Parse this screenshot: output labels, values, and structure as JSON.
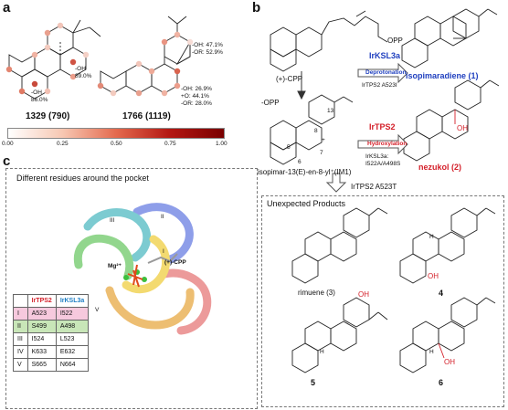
{
  "panel_a": {
    "letter": "a",
    "mol1": {
      "oh1": "-OH",
      "oh1_val": "89.0%",
      "oh2": "-OH",
      "oh2_val": "86.0%",
      "caption": "1329 (790)"
    },
    "mol2": {
      "top_annot": [
        "-OH: 47.1%",
        "-OR: 52.9%"
      ],
      "bottom_annot": [
        "-OH: 26.9%",
        "+O: 44.1%",
        "-OR: 28.0%"
      ],
      "caption": "1766 (1119)"
    },
    "colorbar": {
      "ticks": [
        "0.00",
        "0.25",
        "0.50",
        "0.75",
        "1.00"
      ],
      "colors": [
        "#ffffff",
        "#8b0000"
      ]
    }
  },
  "panel_b": {
    "letter": "b",
    "opp": "OPP",
    "cpp": "(+)-CPP",
    "minus_opp": "-OPP",
    "enzyme1": {
      "name": "IrKSL3a",
      "tag": "Deprotonation",
      "sub": "IrTPS2 A523I"
    },
    "product1": "isopimaradiene (1)",
    "enzyme2": {
      "name": "IrTPS2",
      "tag": "Hydroxylation",
      "sub": [
        "IrKSL3a:",
        "I522A/A498S"
      ]
    },
    "product2": "nezukol (2)",
    "oh": "OH",
    "intermediate": "isopimar-13(E)-en-8-yl⁺(IM1)",
    "ring_numbers": [
      "13",
      "8",
      "5",
      "6",
      "7"
    ],
    "plus": "+",
    "mutation": "IrTPS2 A523T",
    "unexpected_title": "Unexpected Products",
    "products": [
      "rimuene (3)",
      "4",
      "5",
      "6"
    ],
    "H": "H"
  },
  "panel_c": {
    "letter": "c",
    "title": "Different residues around the pocket",
    "ligand_labels": [
      "Mg²⁺",
      "(+)-CPP"
    ],
    "helix_labels": [
      "III",
      "II",
      "I",
      "IV",
      "V"
    ],
    "table": {
      "headers": [
        "IrTPS2",
        "IrKSL3a"
      ],
      "rows": [
        {
          "id": "I",
          "a": "A523",
          "b": "I522",
          "color": "#f6c9dd"
        },
        {
          "id": "II",
          "a": "S499",
          "b": "A498",
          "color": "#c8e6b8"
        },
        {
          "id": "III",
          "a": "I524",
          "b": "L523",
          "color": "#ffffff"
        },
        {
          "id": "IV",
          "a": "K633",
          "b": "E632",
          "color": "#ffffff"
        },
        {
          "id": "V",
          "a": "S665",
          "b": "N664",
          "color": "#ffffff"
        }
      ]
    }
  },
  "colors": {
    "red": "#d4202a",
    "blue": "#1f3fbf",
    "purple": "#8a6fd1",
    "ink": "#111111"
  }
}
